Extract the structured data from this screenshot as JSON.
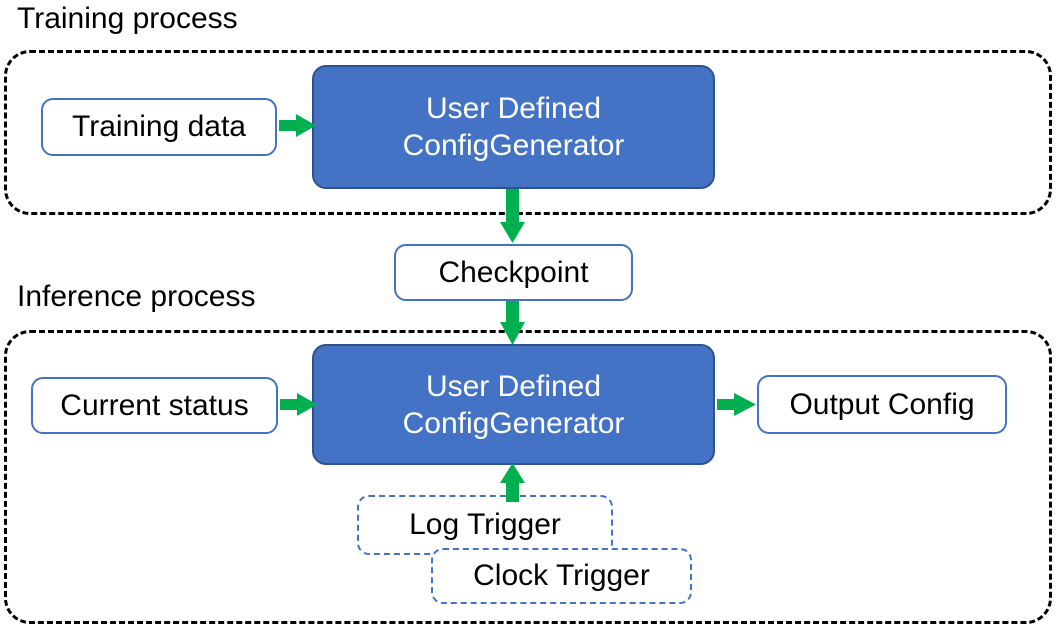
{
  "diagram": {
    "title_training": "Training process",
    "title_inference": "Inference process",
    "colors": {
      "node_fill_blue": "#4472C4",
      "node_border_blue": "#2F528F",
      "outline_blue": "#4472C4",
      "arrow_green": "#00B050",
      "container_dash": "#000000",
      "node_text_light": "#FFFFFF",
      "node_text_dark": "#000000",
      "background": "#FFFFFF"
    }
  },
  "training": {
    "container_label": "Training process",
    "data_node": "Training data",
    "generator_line1": "User Defined",
    "generator_line2": "ConfigGenerator"
  },
  "checkpoint": {
    "label": "Checkpoint"
  },
  "inference": {
    "container_label": "Inference process",
    "status_node": "Current status",
    "generator_line1": "User Defined",
    "generator_line2": "ConfigGenerator",
    "output_node": "Output Config",
    "triggers": [
      {
        "label": "Log Trigger"
      },
      {
        "label": "Clock Trigger"
      }
    ]
  },
  "arrows": [
    {
      "name": "training-data-to-generator",
      "from": "Training data",
      "to": "User Defined ConfigGenerator",
      "direction": "right"
    },
    {
      "name": "generator-to-checkpoint",
      "from": "User Defined ConfigGenerator",
      "to": "Checkpoint",
      "direction": "down"
    },
    {
      "name": "checkpoint-to-inference-generator",
      "from": "Checkpoint",
      "to": "User Defined ConfigGenerator",
      "direction": "down"
    },
    {
      "name": "current-status-to-generator",
      "from": "Current status",
      "to": "User Defined ConfigGenerator",
      "direction": "right"
    },
    {
      "name": "generator-to-output-config",
      "from": "User Defined ConfigGenerator",
      "to": "Output Config",
      "direction": "right"
    },
    {
      "name": "triggers-to-generator",
      "from": "Log Trigger",
      "to": "User Defined ConfigGenerator",
      "direction": "up"
    }
  ]
}
